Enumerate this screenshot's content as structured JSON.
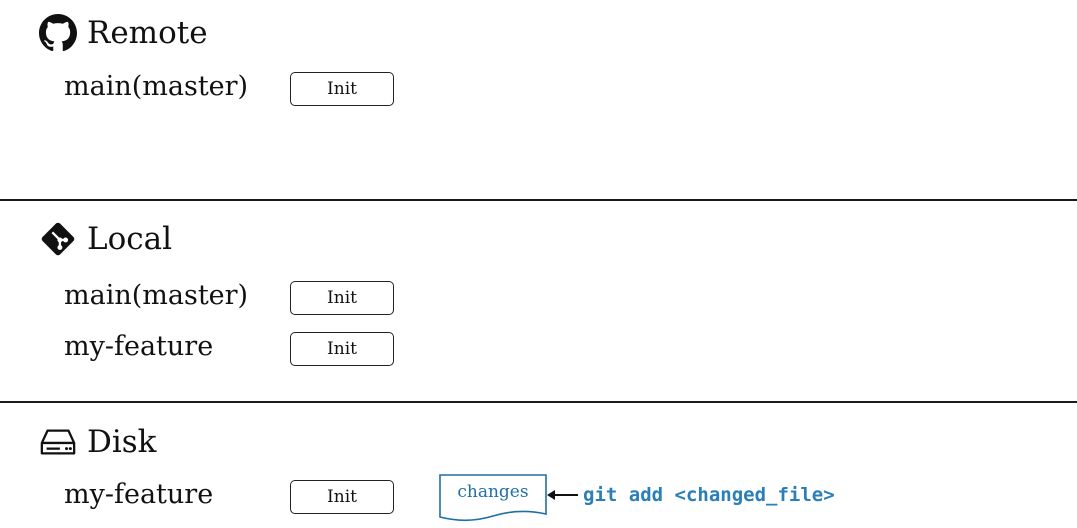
{
  "sections": {
    "remote": {
      "title": "Remote",
      "icon": "github-icon",
      "branches": [
        {
          "name": "main(master)",
          "commit": "Init"
        }
      ]
    },
    "local": {
      "title": "Local",
      "icon": "git-icon",
      "branches": [
        {
          "name": "main(master)",
          "commit": "Init"
        },
        {
          "name": "my-feature",
          "commit": "Init"
        }
      ]
    },
    "disk": {
      "title": "Disk",
      "icon": "hard-drive-icon",
      "branches": [
        {
          "name": "my-feature",
          "commit": "Init"
        }
      ],
      "changes_label": "changes",
      "command": "git add <changed_file>"
    }
  },
  "colors": {
    "text": "#111111",
    "accent": "#2a7fb8",
    "divider": "#1a1a1a"
  }
}
